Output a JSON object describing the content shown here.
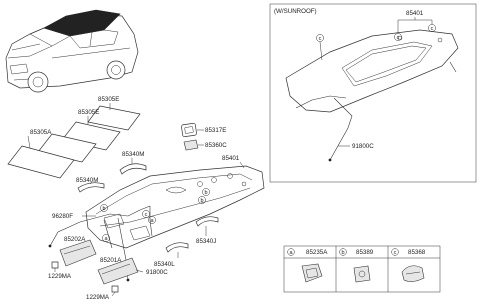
{
  "sunroof_box": {
    "title": "(W/SUNROOF)",
    "labels": {
      "headlining": "85401",
      "wire": "91800C"
    },
    "circle_c": "c"
  },
  "main": {
    "labels": {
      "roof_trim_1": "85305E",
      "roof_trim_2": "85305E",
      "roof_trim_3": "85305A",
      "lamp_bezel": "85317E",
      "lamp": "85360C",
      "assist_handle_front": "85340M",
      "assist_handle_left": "85340M",
      "headlining": "85401",
      "harness": "96280F",
      "sunvisor_left": "85202A",
      "clip_left": "1229MA",
      "sunvisor_right": "85201A",
      "assist_handle_rear_left": "85340L",
      "wire": "91800C",
      "clip_bottom": "1229MA",
      "assist_handle_rear_right": "85340J"
    },
    "circles": {
      "a": "a",
      "b": "b",
      "c": "c"
    }
  },
  "legend": [
    {
      "key": "a",
      "part": "85235A"
    },
    {
      "key": "b",
      "part": "85389"
    },
    {
      "key": "c",
      "part": "85368"
    }
  ]
}
